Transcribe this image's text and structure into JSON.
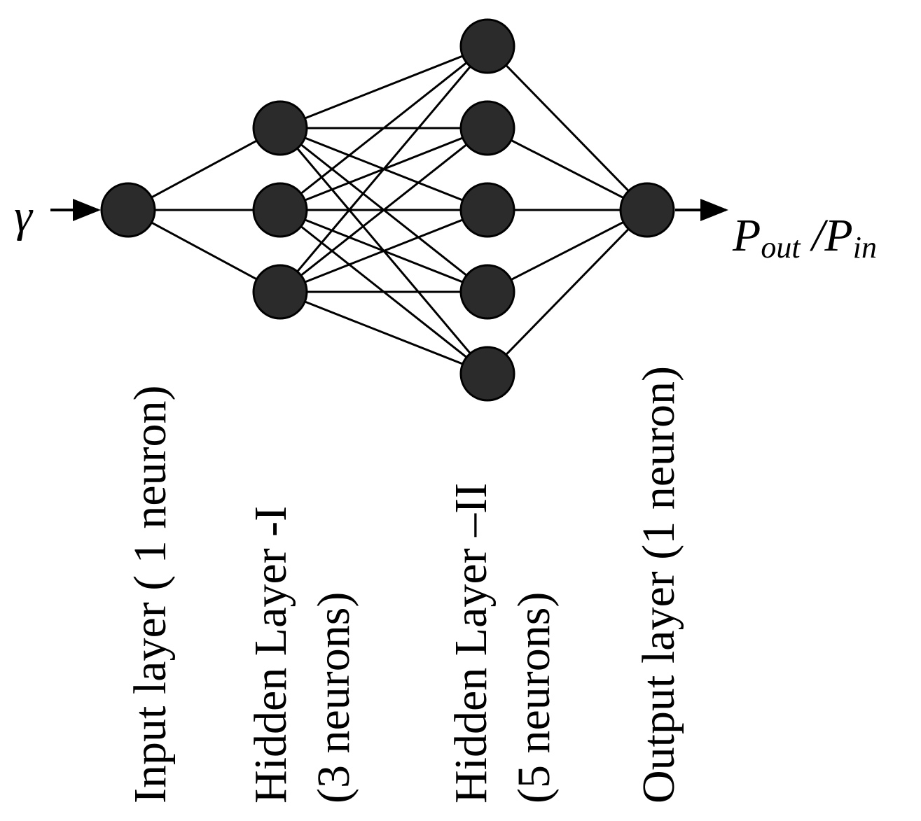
{
  "diagram": {
    "input_symbol": "γ",
    "output_label": {
      "p1": "P",
      "sub1": "out",
      "slash": " /",
      "p2": "P",
      "sub2": "in"
    },
    "layers": [
      {
        "name": "input",
        "neurons": 1,
        "label_lines": [
          "Input layer ( 1 neuron)"
        ]
      },
      {
        "name": "hidden-1",
        "neurons": 3,
        "label_lines": [
          "Hidden Layer -I",
          "(3 neurons)"
        ]
      },
      {
        "name": "hidden-2",
        "neurons": 5,
        "label_lines": [
          "Hidden Layer –II",
          "(5 neurons)"
        ]
      },
      {
        "name": "output",
        "neurons": 1,
        "label_lines": [
          "Output layer (1 neuron)"
        ]
      }
    ],
    "colors": {
      "neuron_fill": "#2b2b2b",
      "stroke": "#000000"
    }
  }
}
